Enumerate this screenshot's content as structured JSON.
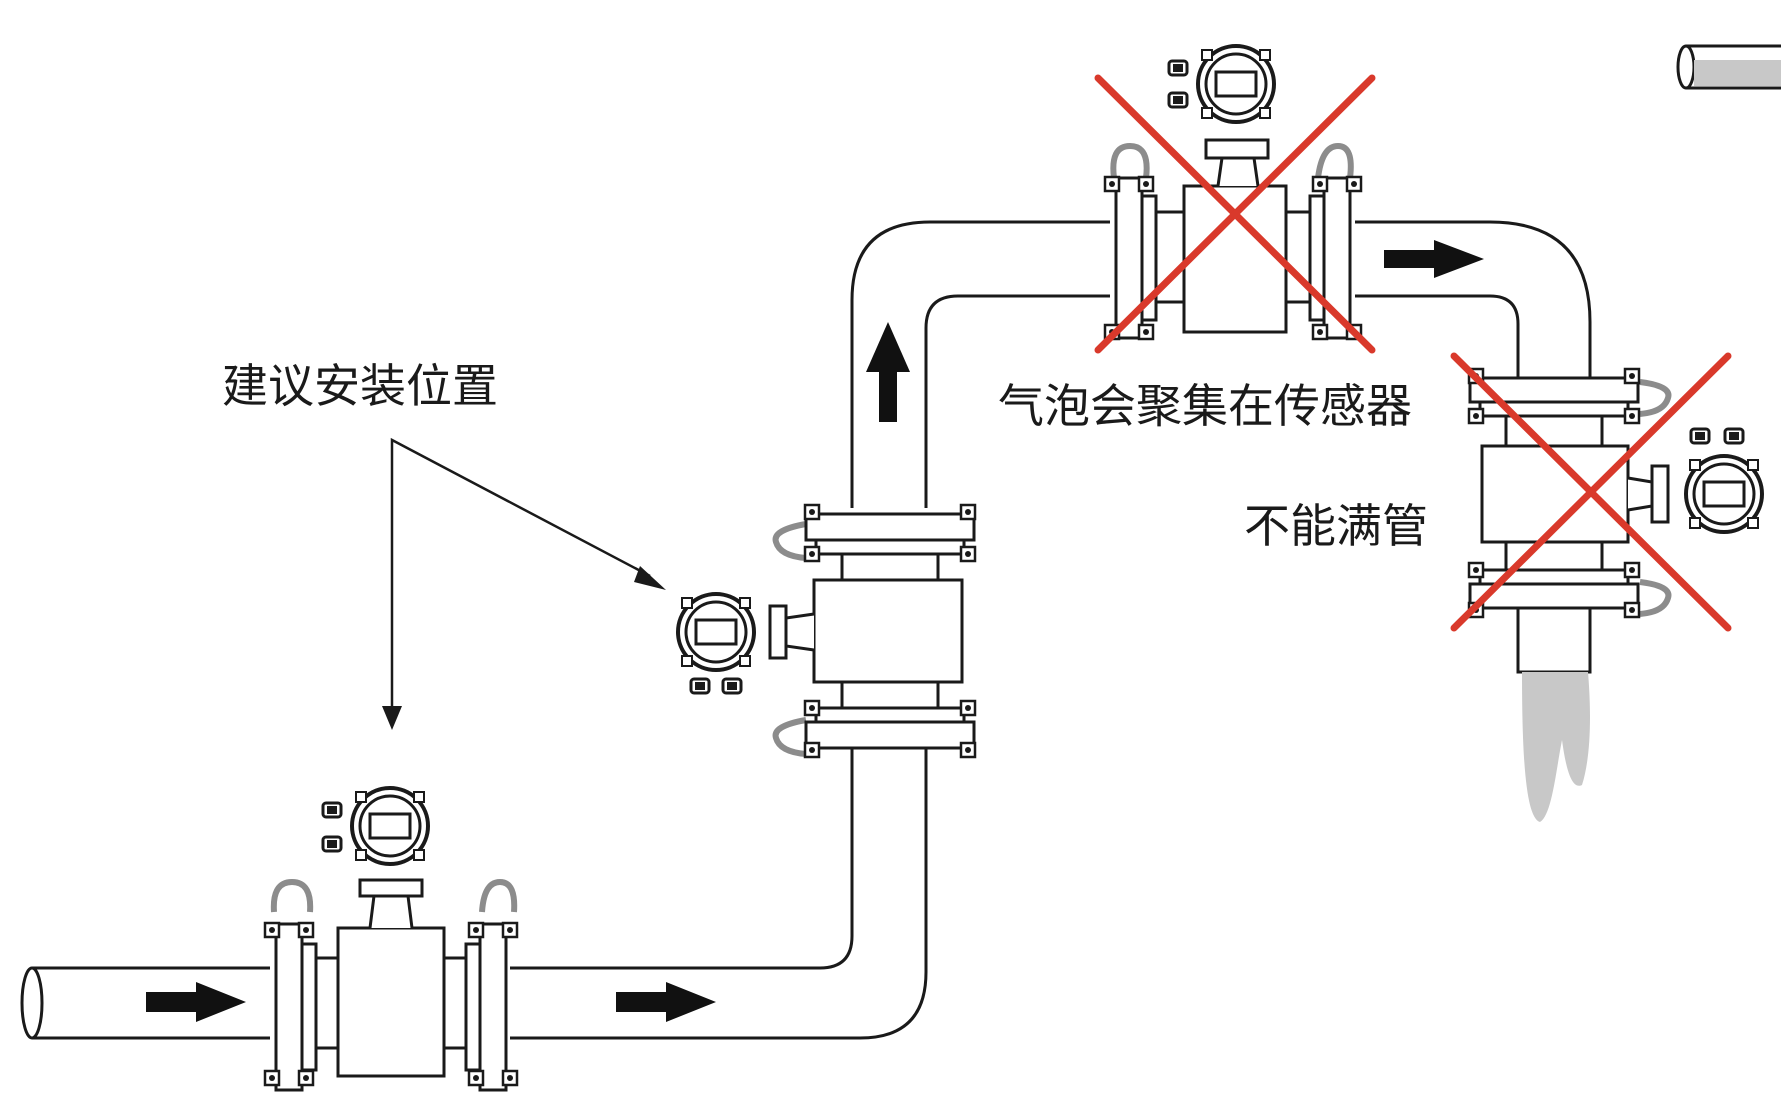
{
  "labels": {
    "recommended": "建议安装位置",
    "bubbles": "气泡会聚集在传感器",
    "not_full": "不能满管"
  },
  "colors": {
    "line": "#1a1a1a",
    "cross": "#d9392b",
    "cable": "#8c8c8c",
    "arrow": "#111111",
    "water": "#c8c8c8"
  }
}
